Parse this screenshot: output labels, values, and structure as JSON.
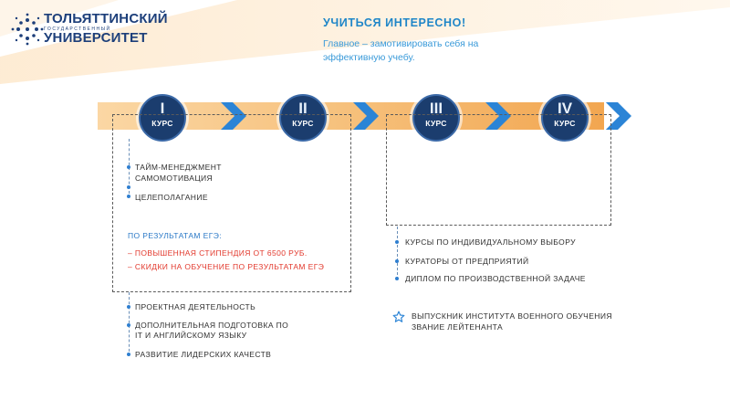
{
  "logo": {
    "line1": "ТОЛЬЯТТИНСКИЙ",
    "line_small": "ГОСУДАРСТВЕННЫЙ",
    "line2": "УНИВЕРСИТЕТ",
    "primary_color": "#1d3f7a"
  },
  "header": {
    "title": "УЧИТЬСЯ ИНТЕРЕСНО!",
    "subtitle": "Главное – замотивировать себя на эффективную учебу."
  },
  "courses": [
    {
      "numeral": "I",
      "label": "КУРС"
    },
    {
      "numeral": "II",
      "label": "КУРС"
    },
    {
      "numeral": "III",
      "label": "КУРС"
    },
    {
      "numeral": "IV",
      "label": "КУРС"
    }
  ],
  "left_block": {
    "skills": [
      "ТАЙМ-МЕНЕДЖМЕНТ",
      "САМОМОТИВАЦИЯ",
      "ЦЕЛЕПОЛАГАНИЕ"
    ],
    "ege_title": "ПО РЕЗУЛЬТАТАМ ЕГЭ:",
    "ege_items": [
      "– ПОВЫШЕННАЯ СТИПЕНДИЯ ОТ 6500 РУБ.",
      "– СКИДКИ НА ОБУЧЕНИЕ ПО РЕЗУЛЬТАТАМ ЕГЭ"
    ],
    "activities": [
      "ПРОЕКТНАЯ ДЕЯТЕЛЬНОСТЬ",
      "ДОПОЛНИТЕЛЬНАЯ ПОДГОТОВКА ПО",
      "IT  И АНГЛИЙСКОМУ ЯЗЫКУ",
      "РАЗВИТИЕ ЛИДЕРСКИХ КАЧЕСТВ"
    ]
  },
  "right_block": {
    "items": [
      "КУРСЫ ПО ИНДИВИДУАЛЬНОМУ ВЫБОРУ",
      "КУРАТОРЫ ОТ ПРЕДПРИЯТИЙ",
      "ДИПЛОМ ПО ПРОИЗВОДСТВЕННОЙ ЗАДАЧЕ"
    ],
    "graduate_line1": "ВЫПУСКНИК ИНСТИТУТА ВОЕННОГО ОБУЧЕНИЯ",
    "graduate_line2": "ЗВАНИЕ ЛЕЙТЕНАНТА",
    "star_icon": "star-icon"
  },
  "colors": {
    "accent_blue": "#1f86c8",
    "badge_navy": "#1b3d6e",
    "chevron_blue": "#2b84d6",
    "ege_red": "#e2382c",
    "bar_orange": "#f4b366"
  }
}
